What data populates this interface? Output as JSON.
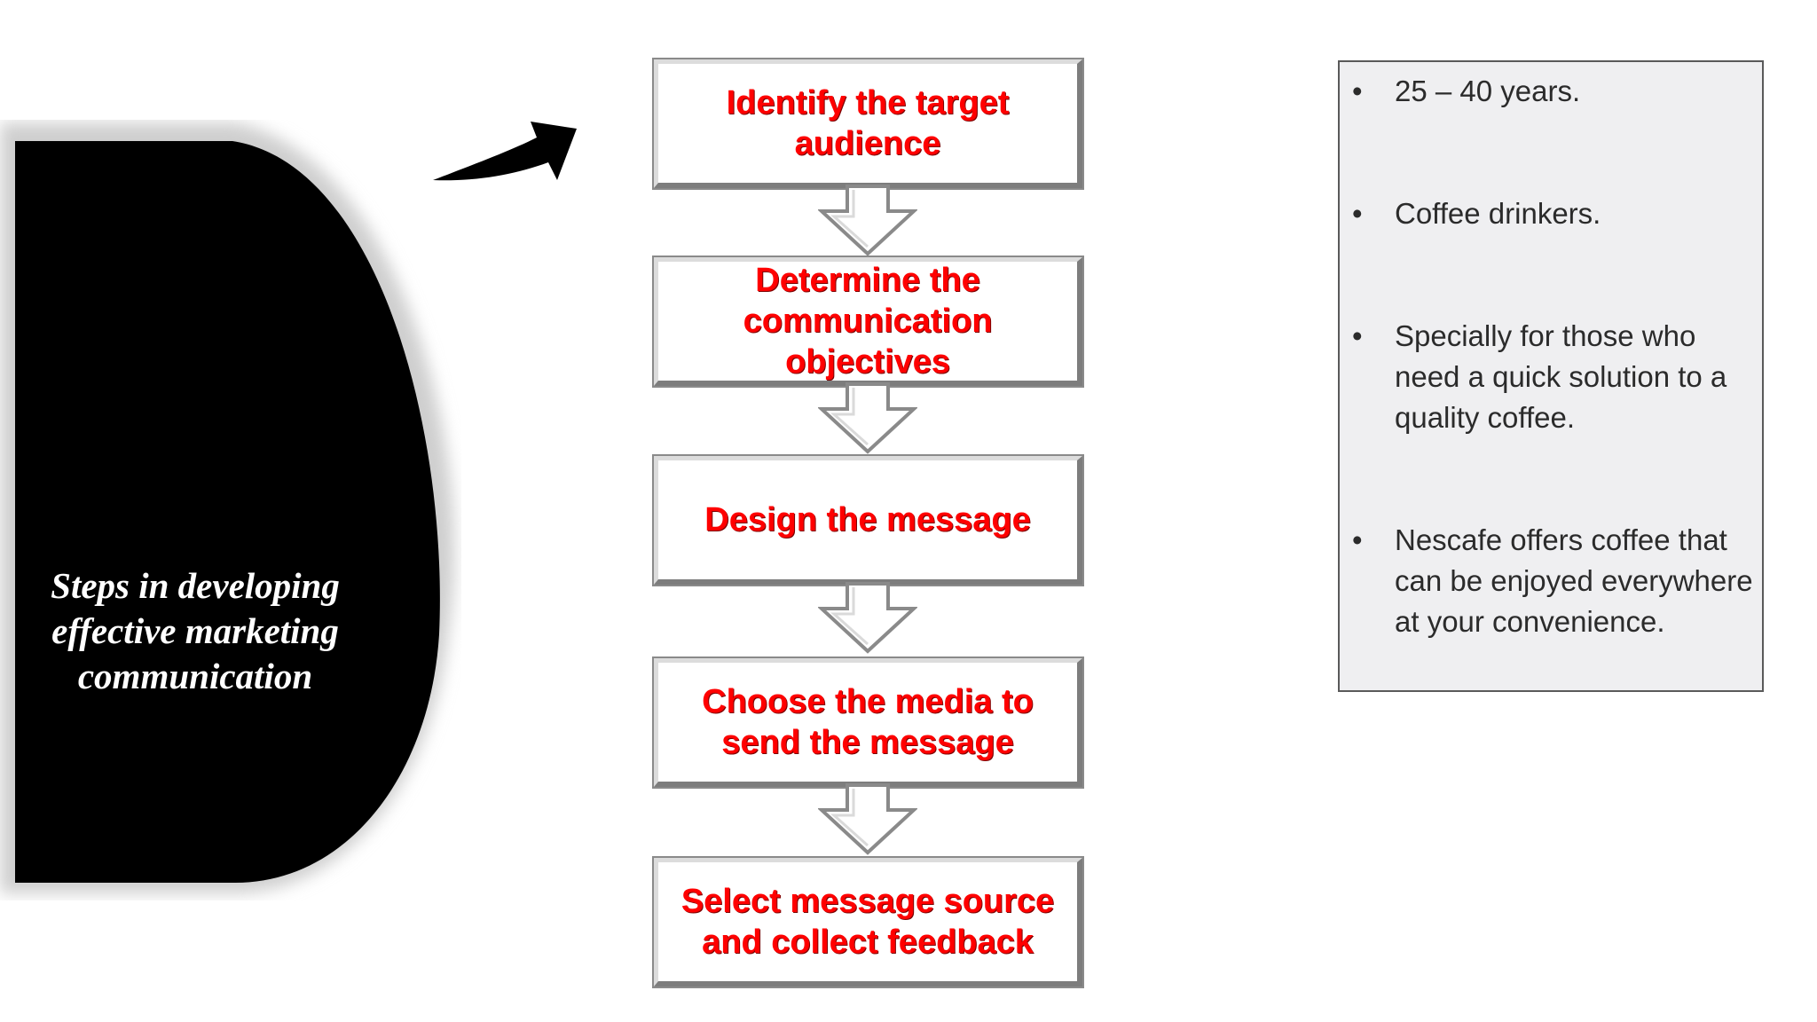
{
  "title": {
    "text": "Steps in developing effective marketing communication"
  },
  "flow_steps": [
    "Identify the target audience",
    "Determine the communication objectives",
    "Design the message",
    "Choose the media to send the message",
    "Select message source and collect feedback"
  ],
  "audience_points": [
    "25 – 40 years.",
    "Coffee  drinkers.",
    "Specially for those who need a quick solution to a quality coffee.",
    "Nescafe offers coffee that can be enjoyed everywhere at your convenience."
  ],
  "bullet_symbol": "•",
  "colors": {
    "title_shape": "#000000",
    "step_text": "#ff0000",
    "info_box_bg": "#efeff1"
  }
}
